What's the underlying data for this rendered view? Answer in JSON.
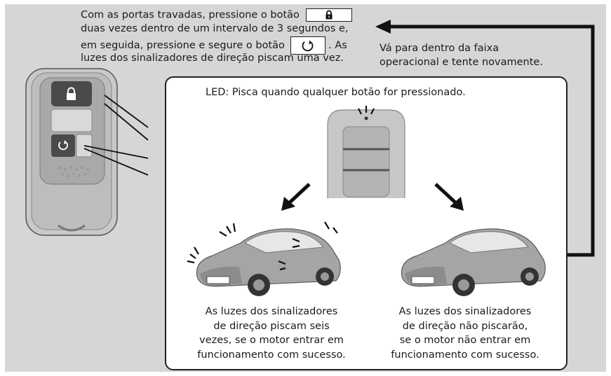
{
  "instruction": {
    "line1_pre": "Com as portas travadas, pressione o botão",
    "line2": "duas vezes dentro de um intervalo de 3 segundos e,",
    "line3_pre": "em seguida, pressione e segure o botão",
    "line3_post": ". As",
    "line4": "luzes dos sinalizadores de direção piscam uma vez."
  },
  "retry": {
    "line1": "Vá para dentro da faixa",
    "line2": "operacional e tente novamente."
  },
  "led_label": "LED: Pisca quando qualquer botão for pressionado.",
  "result_success": {
    "line1": "As luzes dos sinalizadores",
    "line2": "de direção piscam seis",
    "line3": "vezes, se o motor entrar em",
    "line4": "funcionamento com sucesso."
  },
  "result_failure": {
    "line1": "As luzes dos sinalizadores",
    "line2": "de direção não piscarão,",
    "line3": "se o motor não entrar em",
    "line4": "funcionamento com sucesso."
  },
  "icons": {
    "lock": "lock-icon",
    "remote_start": "remote-start-icon"
  },
  "colors": {
    "background": "#d6d6d6",
    "panel": "#ffffff",
    "line": "#111111"
  }
}
